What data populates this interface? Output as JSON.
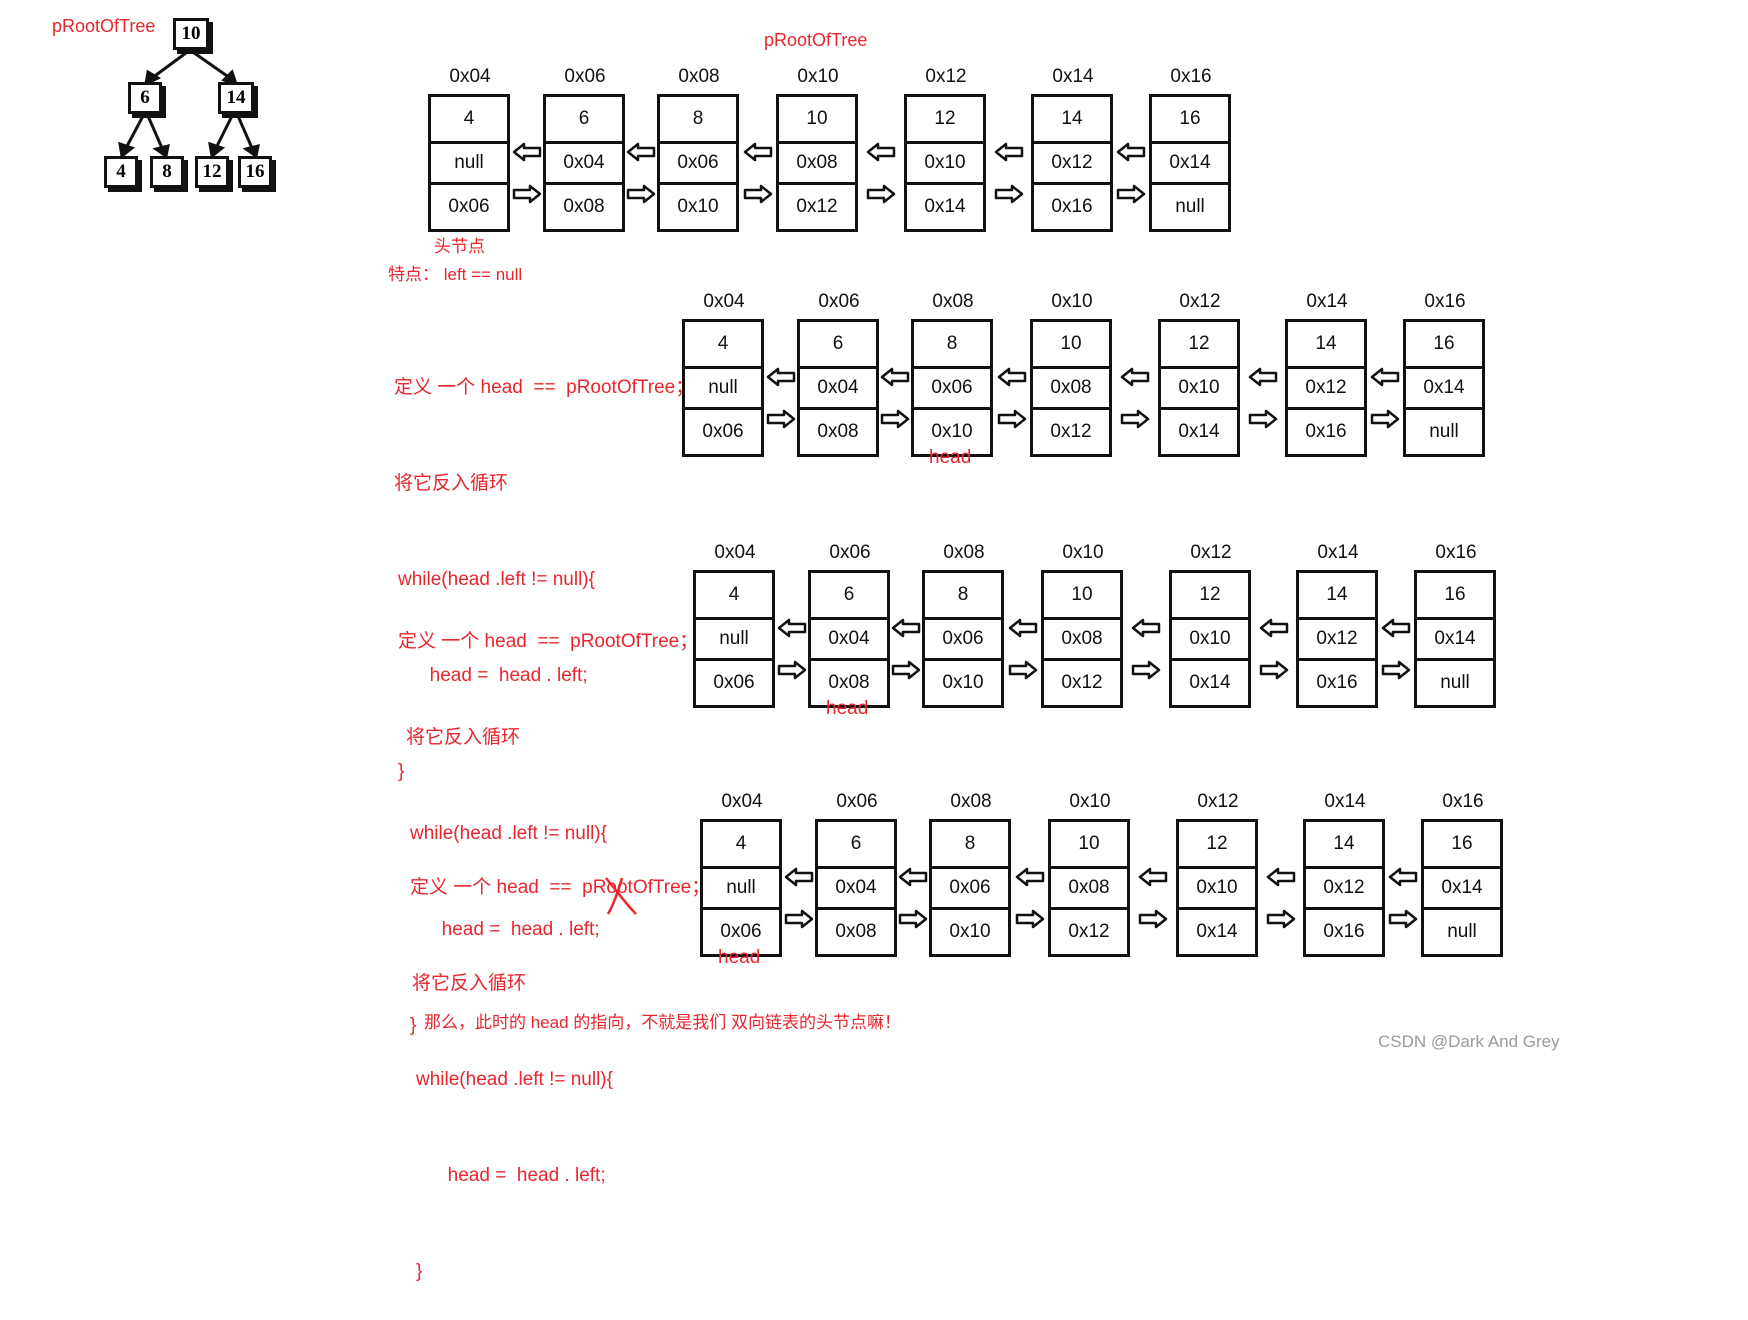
{
  "tree": {
    "label": "pRootOfTree",
    "root": "10",
    "level1": [
      "6",
      "14"
    ],
    "level2": [
      "4",
      "8",
      "12",
      "16"
    ]
  },
  "diagram": {
    "top_label": "pRootOfTree",
    "head_node_label": "头节点",
    "feature_label": "特点：  left == null",
    "final_note": "那么，此时的 head 的指向，不就是我们 双向链表的头节点嘛！",
    "watermark": "CSDN @Dark And Grey",
    "head_label": "head",
    "cross_mark": "X"
  },
  "nodes": [
    {
      "addr": "0x04",
      "val": "4",
      "left": "null",
      "right": "0x06"
    },
    {
      "addr": "0x06",
      "val": "6",
      "left": "0x04",
      "right": "0x08"
    },
    {
      "addr": "0x08",
      "val": "8",
      "left": "0x06",
      "right": "0x10"
    },
    {
      "addr": "0x10",
      "val": "10",
      "left": "0x08",
      "right": "0x12"
    },
    {
      "addr": "0x12",
      "val": "12",
      "left": "0x10",
      "right": "0x14"
    },
    {
      "addr": "0x14",
      "val": "14",
      "left": "0x12",
      "right": "0x16"
    },
    {
      "addr": "0x16",
      "val": "16",
      "left": "0x14",
      "right": "null"
    }
  ],
  "code": {
    "line1": "定义 一个 head  ==  pRootOfTree；",
    "line2": "将它反入循环",
    "line3": "while(head .left != null){",
    "line4": "      head =  head . left;",
    "line5": "}"
  }
}
